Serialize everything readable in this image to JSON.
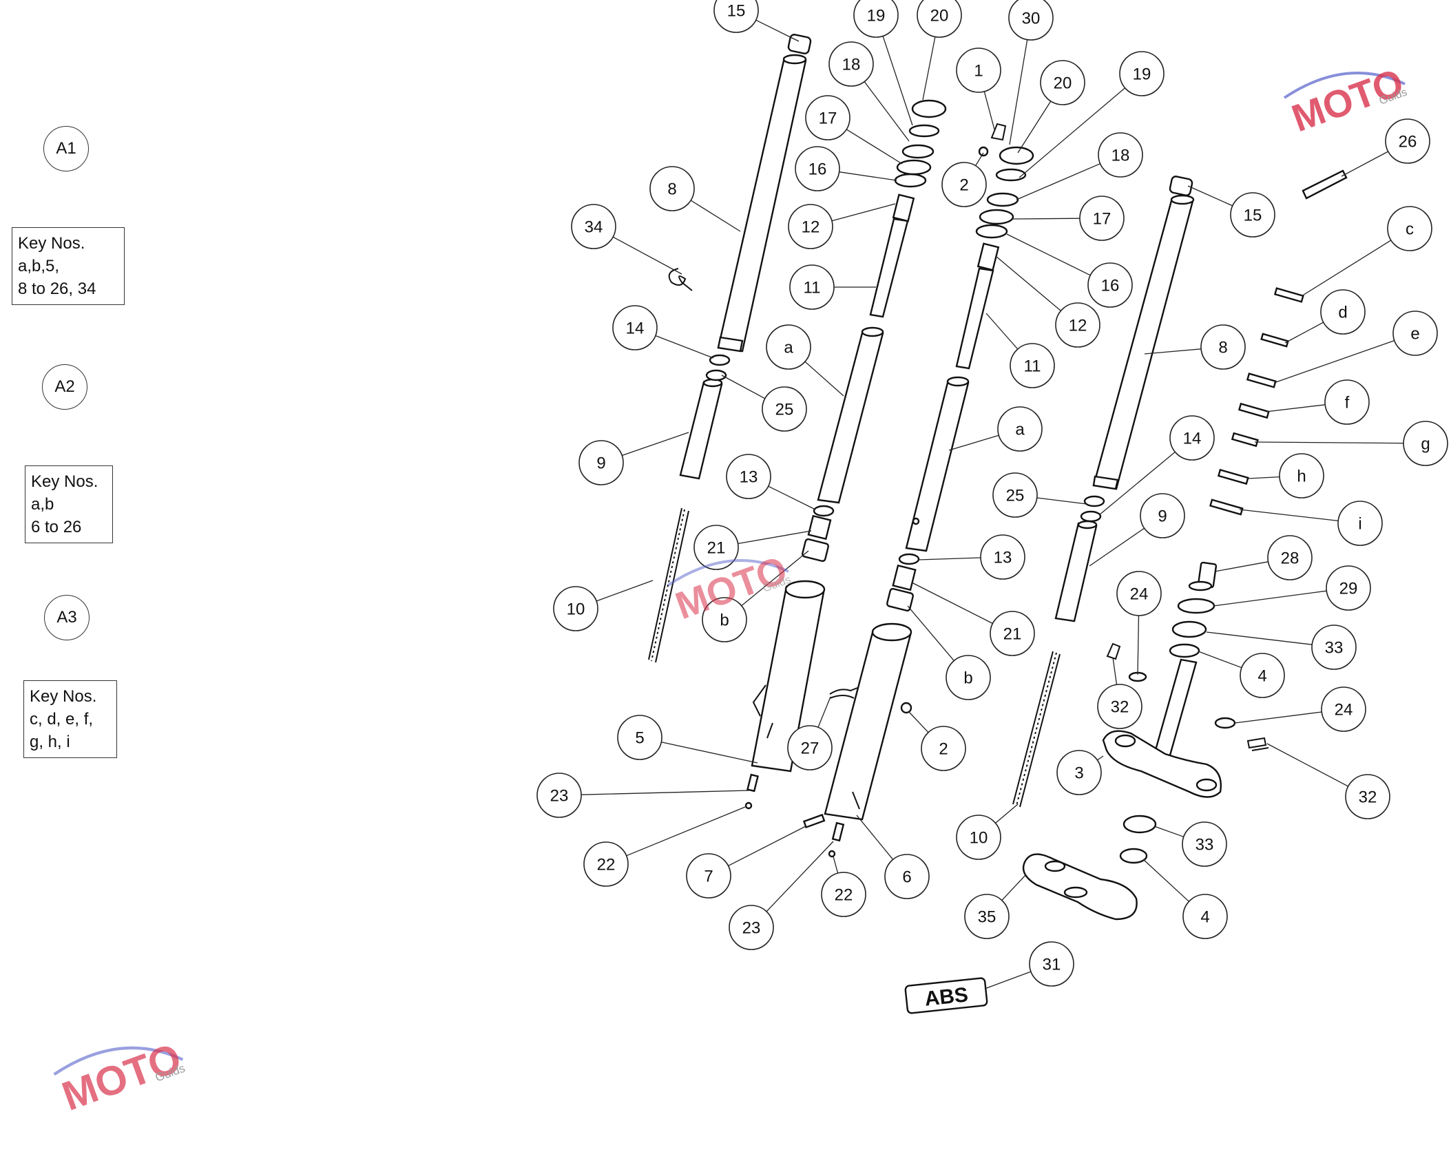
{
  "assemblies": [
    {
      "label": "A1",
      "key_title": "Key Nos.",
      "key_lines": [
        "a,b,5,",
        "8 to 26, 34"
      ]
    },
    {
      "label": "A2",
      "key_title": "Key Nos.",
      "key_lines": [
        "a,b",
        "6 to 26"
      ]
    },
    {
      "label": "A3",
      "key_title": "Key Nos.",
      "key_lines": [
        "c, d, e, f,",
        "g, h, i"
      ]
    }
  ],
  "callouts": {
    "c15a": "15",
    "c19a": "19",
    "c20a": "20",
    "c30": "30",
    "c18a": "18",
    "c1": "1",
    "c20b": "20",
    "c19b": "19",
    "c17a": "17",
    "c26": "26",
    "c16a": "16",
    "c2a": "2",
    "c18b": "18",
    "c8a": "8",
    "c15b": "15",
    "c34": "34",
    "c12a": "12",
    "c17b": "17",
    "c11a": "11",
    "cc": "c",
    "c16b": "16",
    "cd": "d",
    "c14a": "14",
    "c12b": "12",
    "ca1": "a",
    "c8b": "8",
    "ce": "e",
    "c25a": "25",
    "c11b": "11",
    "cf": "f",
    "c9a": "9",
    "ca2": "a",
    "c14b": "14",
    "cg": "g",
    "c13a": "13",
    "c25b": "25",
    "ch": "h",
    "c9b": "9",
    "ci": "i",
    "c21a": "21",
    "c13b": "13",
    "c28": "28",
    "c10a": "10",
    "cb1": "b",
    "c24a": "24",
    "c29": "29",
    "c21b": "21",
    "c33a": "33",
    "cb2": "b",
    "c4a": "4",
    "c32a": "32",
    "c5": "5",
    "c24b": "24",
    "c27": "27",
    "c2b": "2",
    "c3": "3",
    "c32b": "32",
    "c23a": "23",
    "c10b": "10",
    "c33b": "33",
    "c22a": "22",
    "c7": "7",
    "c6": "6",
    "c22b": "22",
    "c23b": "23",
    "c35": "35",
    "c4b": "4",
    "c31": "31"
  },
  "badge_text": "ABS",
  "watermark_text": "MOTO",
  "watermark_subtext": "Guids",
  "colors": {
    "line": "#111111",
    "watermark_red": "#d9334d",
    "watermark_blue": "#5560c9",
    "watermark_gray": "#9a9a9a"
  }
}
